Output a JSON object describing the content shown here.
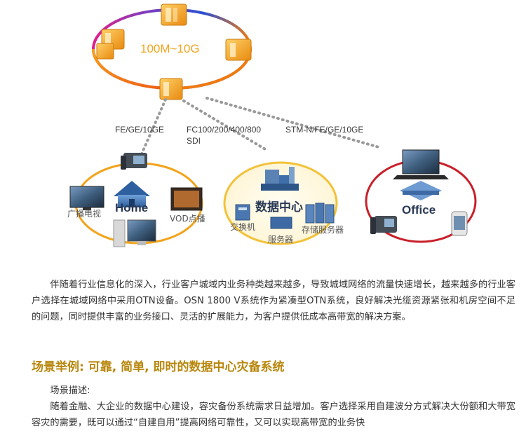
{
  "diagram": {
    "ring_label": "100M~10G",
    "link_labels": {
      "left": "FE/GE/10GE",
      "middle_line1": "FC100/200/400/800",
      "middle_line2": "SDI",
      "right": "STM-N/FE/GE/10GE"
    },
    "home": {
      "title": "Home",
      "broadcast_tv": "广播电视",
      "vod": "VOD点播"
    },
    "datacenter": {
      "title": "数据中心",
      "switch": "交换机",
      "server": "服务器",
      "storage_server": "存储服务器"
    },
    "office": {
      "title": "Office"
    }
  },
  "text": {
    "intro": "伴随着行业信息化的深入，行业客户城域内业务种类越来越多，导致城域网络的流量快速增长，越来越多的行业客户选择在城域网络中采用OTN设备。OSN 1800 V系统作为紧凑型OTN系统，良好解决光缆资源紧张和机房空间不足的问题，同时提供丰富的业务接口、灵活的扩展能力，为客户提供低成本高带宽的解决方案。",
    "section_heading": "场景举例: 可靠, 简单, 即时的数据中心灾备系统",
    "scene_desc_label": "场景描述:",
    "scene_desc_body": "随着金融、大企业的数据中心建设，容灾备份系统需求日益增加。客户选择采用自建波分方式解决大份额和大带宽容灾的需要，既可以通过“自建自用”提高网络可靠性，又可以实现高带宽的业务快"
  },
  "colors": {
    "heading": "#b8860b",
    "home_ring": "#f2a41c",
    "datacenter_ring": "#f2c23a",
    "office_ring": "#c8202a",
    "box_orange": "#f5a623"
  }
}
